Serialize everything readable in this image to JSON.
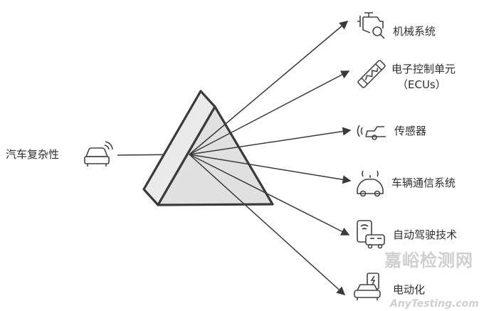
{
  "source": {
    "label": "汽车复杂性",
    "icon": "connected-car-icon"
  },
  "outputs": [
    {
      "label": "机械系统",
      "icon": "engine-inspect-icon"
    },
    {
      "label": "电子控制单元",
      "sublabel": "（ECUs）",
      "icon": "ecu-chip-icon"
    },
    {
      "label": "传感器",
      "icon": "car-sensor-icon"
    },
    {
      "label": "车辆通信系统",
      "icon": "car-communication-icon"
    },
    {
      "label": "自动驾驶技术",
      "icon": "autonomous-phone-car-icon"
    },
    {
      "label": "电动化",
      "icon": "electric-car-icon"
    }
  ],
  "watermark": {
    "text": "嘉峪检测网",
    "url_text": "AnyTesting.com"
  },
  "colors": {
    "line": "#3a3a3a",
    "prism_fill": "#e3e3e3",
    "text": "#2e2e2e"
  }
}
